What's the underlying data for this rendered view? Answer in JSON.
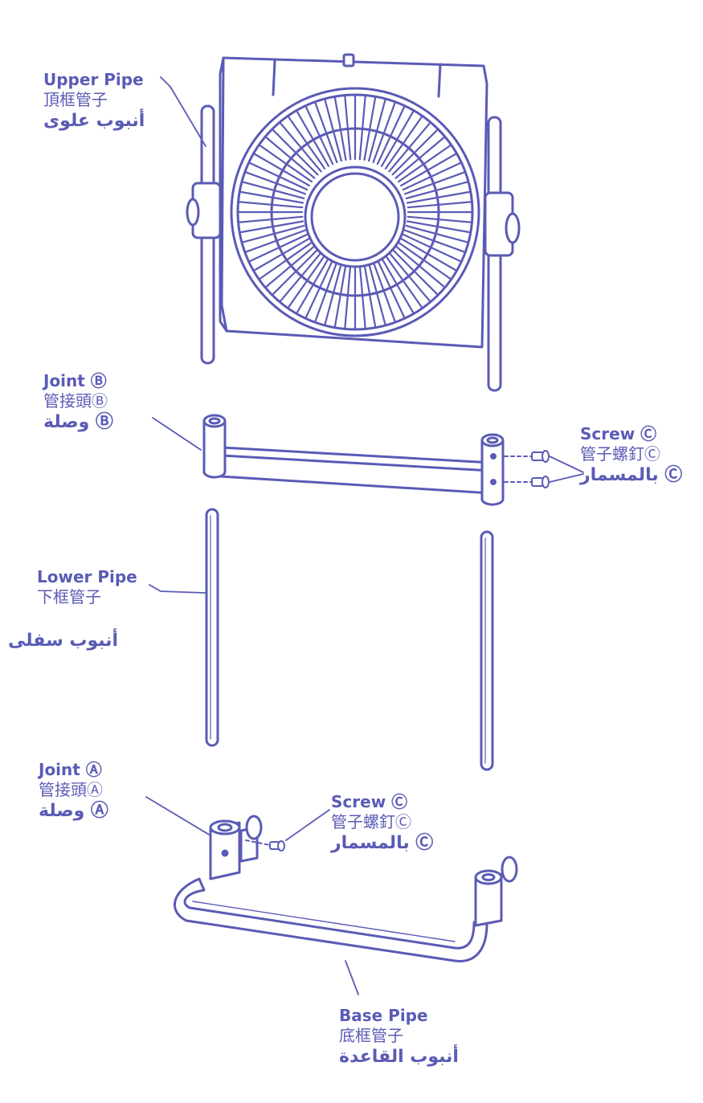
{
  "colors": {
    "line": "#5a5bb5",
    "fill": "#ffffff",
    "text": "#5a5bb5"
  },
  "labels": {
    "upper_pipe": {
      "en": "Upper Pipe",
      "zh": "頂框管子",
      "ar": "أنبوب علوى"
    },
    "joint_b": {
      "en": "Joint Ⓑ",
      "zh": "管接頭Ⓑ",
      "ar": "Ⓑ وصلة"
    },
    "screw_c_top": {
      "en": "Screw Ⓒ",
      "zh": "管子螺釘Ⓒ",
      "ar": "Ⓒ بالمسمار"
    },
    "lower_pipe": {
      "en": "Lower Pipe",
      "zh": "下框管子",
      "ar": "أنبوب سفلى"
    },
    "joint_a": {
      "en": "Joint Ⓐ",
      "zh": "管接頭Ⓐ",
      "ar": "Ⓐ وصلة"
    },
    "screw_c_bottom": {
      "en": "Screw Ⓒ",
      "zh": "管子螺釘Ⓒ",
      "ar": "Ⓒ بالمسمار"
    },
    "base_pipe": {
      "en": "Base Pipe",
      "zh": "底框管子",
      "ar": "أنبوب القاعدة"
    }
  }
}
